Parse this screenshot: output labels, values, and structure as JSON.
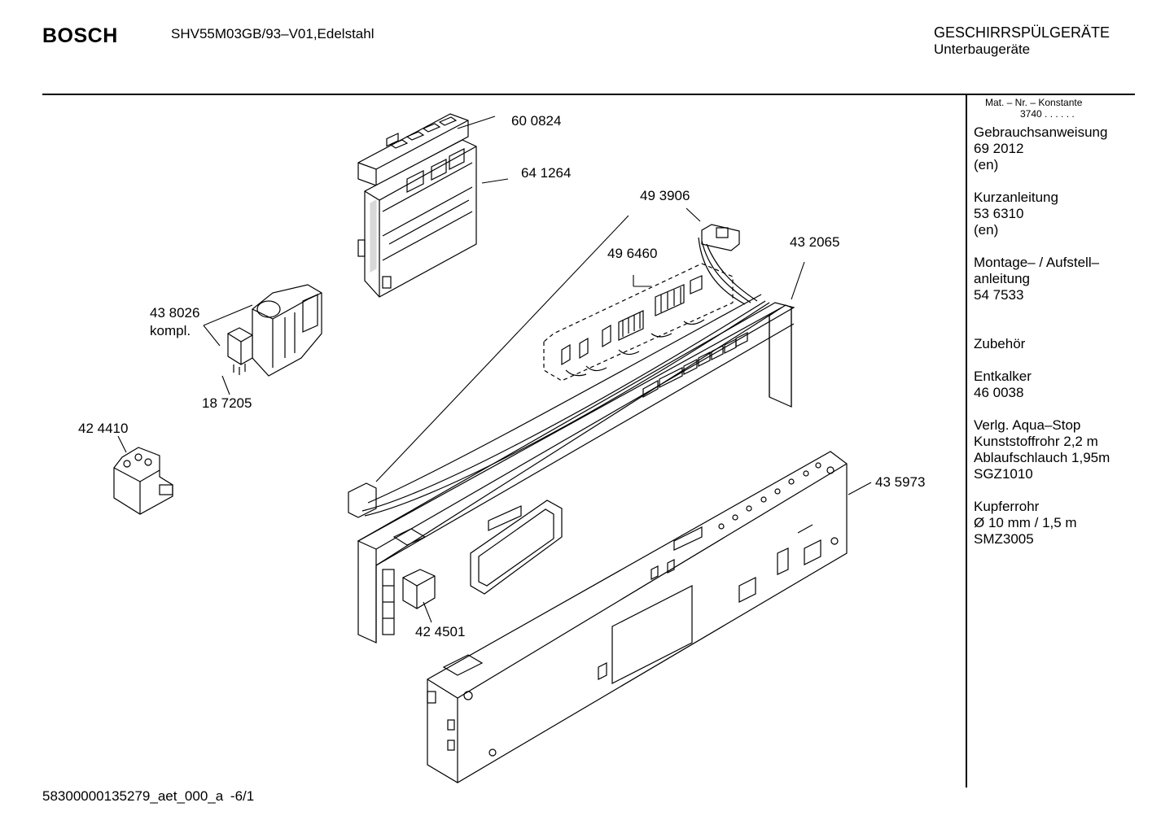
{
  "header": {
    "brand": "BOSCH",
    "model": "SHV55M03GB/93–V01,Edelstahl",
    "category_line1": "GESCHIRRSPÜLGERÄTE",
    "category_line2": "Unterbaugeräte"
  },
  "footer": {
    "document_code": "58300000135279_aet_000_a",
    "page": "-6/1"
  },
  "sidebar": {
    "mat_header": "Mat. – Nr. – Konstante",
    "mat_value": "3740 . .   . . . .",
    "docs": [
      {
        "lines": [
          "Gebrauchsanweisung",
          "69 2012",
          "(en)"
        ]
      },
      {
        "lines": [
          "Kurzanleitung",
          "53 6310",
          "(en)"
        ]
      },
      {
        "lines": [
          "Montage– / Aufstell–",
          "anleitung",
          "54 7533"
        ]
      },
      {
        "lines": [
          "Zubehör"
        ]
      },
      {
        "lines": [
          "Entkalker",
          "46 0038"
        ]
      },
      {
        "lines": [
          "Verlg. Aqua–Stop",
          "Kunststoffrohr 2,2 m",
          "Ablaufschlauch 1,95m",
          "SGZ1010"
        ]
      },
      {
        "lines": [
          "Kupferrohr",
          "Ø 10 mm / 1,5 m",
          "SMZ3005"
        ]
      }
    ]
  },
  "parts": {
    "p600824": "60 0824",
    "p641264": "64 1264",
    "p493906": "49 3906",
    "p496460": "49 6460",
    "p432065": "43 2065",
    "p438026": "43 8026",
    "p438026_note": "kompl.",
    "p187205": "18 7205",
    "p424410": "42 4410",
    "p435973": "43 5973",
    "p424501": "42 4501"
  }
}
